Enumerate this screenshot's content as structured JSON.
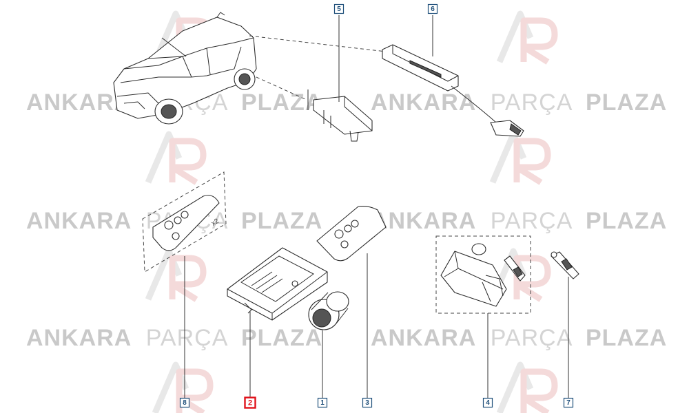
{
  "watermark": {
    "word1": "ANKARA",
    "word2": "PARÇA",
    "word3": "PLAZA"
  },
  "callouts": [
    {
      "id": "8",
      "label": "8",
      "highlighted": false
    },
    {
      "id": "2",
      "label": "2",
      "highlighted": true
    },
    {
      "id": "1",
      "label": "1",
      "highlighted": false
    },
    {
      "id": "3",
      "label": "3",
      "highlighted": false
    },
    {
      "id": "4",
      "label": "4",
      "highlighted": false
    },
    {
      "id": "7",
      "label": "7",
      "highlighted": false
    },
    {
      "id": "5",
      "label": "5",
      "highlighted": false
    },
    {
      "id": "6",
      "label": "6",
      "highlighted": false
    }
  ],
  "quantity_mark": "x2",
  "colors": {
    "callout_border": "#1f4f7a",
    "highlight": "#e0121b"
  }
}
